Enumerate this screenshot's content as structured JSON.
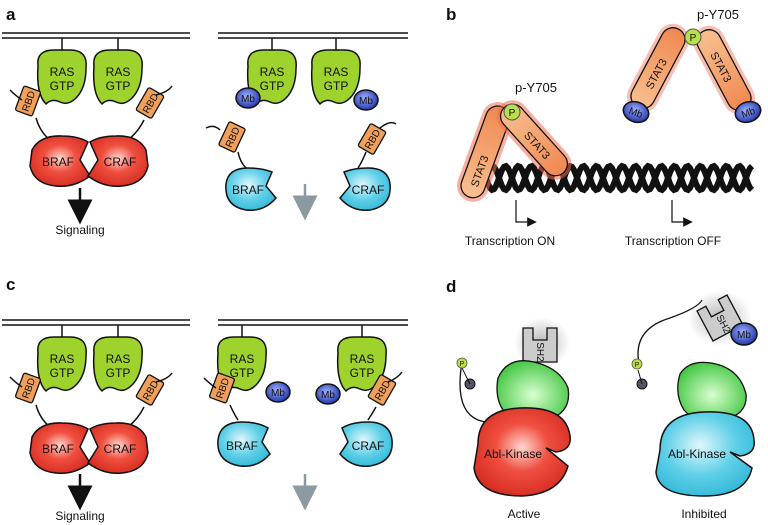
{
  "panels": {
    "a": "a",
    "b": "b",
    "c": "c",
    "d": "d"
  },
  "labels": {
    "ras_line1": "RAS",
    "ras_line2": "GTP",
    "rbd": "RBD",
    "braf": "BRAF",
    "craf": "CRAF",
    "mb": "Mb",
    "signaling": "Signaling",
    "stat3": "STAT3",
    "p": "P",
    "p_y705": "p-Y705",
    "transcription_on": "Transcription ON",
    "transcription_off": "Transcription OFF",
    "sh2": "SH2",
    "abl_kinase": "Abl-Kinase",
    "active": "Active",
    "inhibited": "Inhibited"
  },
  "colors": {
    "ras": "#9ed22c",
    "rbd": "#f0a05a",
    "raf_active": "#e8382c",
    "raf_inactive": "#45c8e0",
    "monobody": "#2f45b8",
    "stat3": "#f2a060",
    "stat3_glow": "#f07050",
    "phospho": "#b8e04a",
    "kinase_n": "#5cd65c",
    "sh2": "#cccccc",
    "arrow_active": "#111111",
    "arrow_inactive": "#8a9aa0"
  }
}
